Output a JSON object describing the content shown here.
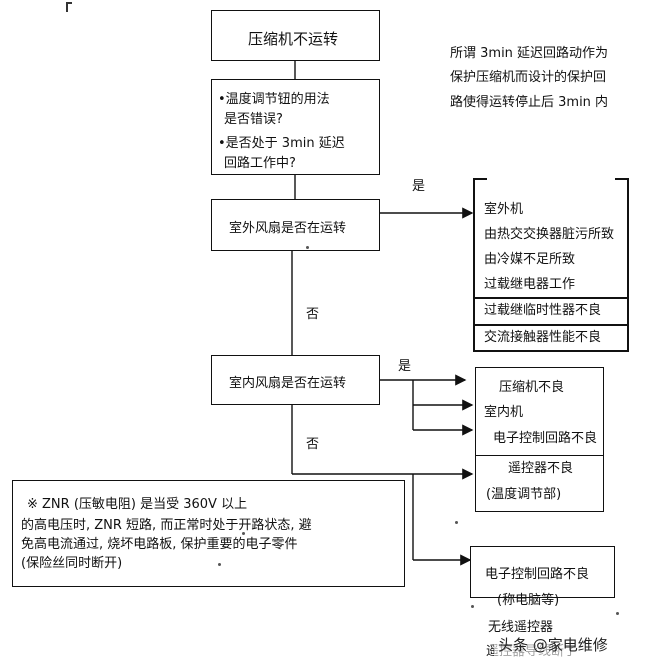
{
  "nodes": {
    "compressor_not_running": "压缩机不运转",
    "check_question_1": "•温度调节钮的用法",
    "check_question_1b": "是否错误?",
    "check_question_2": "•是否处于 3min 延迟",
    "check_question_2b": "回路工作中?",
    "outdoor_fan_question": "室外风扇是否在运转",
    "indoor_fan_question": "室内风扇是否在运转"
  },
  "note_3min": [
    "所谓 3min 延迟回路动作为",
    "保护压缩机而设计的保护回",
    "路使得运转停止后 3min 内"
  ],
  "branch_labels": {
    "yes1": "是",
    "no1": "否",
    "yes2": "是",
    "no2": "否"
  },
  "outdoor_causes": [
    "室外机",
    "由热交交换器脏污所致",
    "由冷媒不足所致",
    "过载继电器工作",
    "过载继临时性器不良",
    "交流接触器性能不良"
  ],
  "indoor_causes": [
    "压缩机不良",
    "室内机",
    "电子控制回路不良",
    "遥控器不良",
    "(温度调节部)"
  ],
  "znr_note": [
    "※  ZNR (压敏电阻) 是当受 360V 以上",
    "的高电压时, ZNR 短路, 而正常时处于开路状态, 避",
    "免高电流通过, 烧坏电路板, 保护重要的电子零件",
    "(保险丝同时断开)"
  ],
  "bottom_causes": [
    "电子控制回路不良",
    "(称电脑等)",
    "无线遥控器",
    "遥控器导线断了"
  ],
  "watermark": "头条 @家电维修"
}
